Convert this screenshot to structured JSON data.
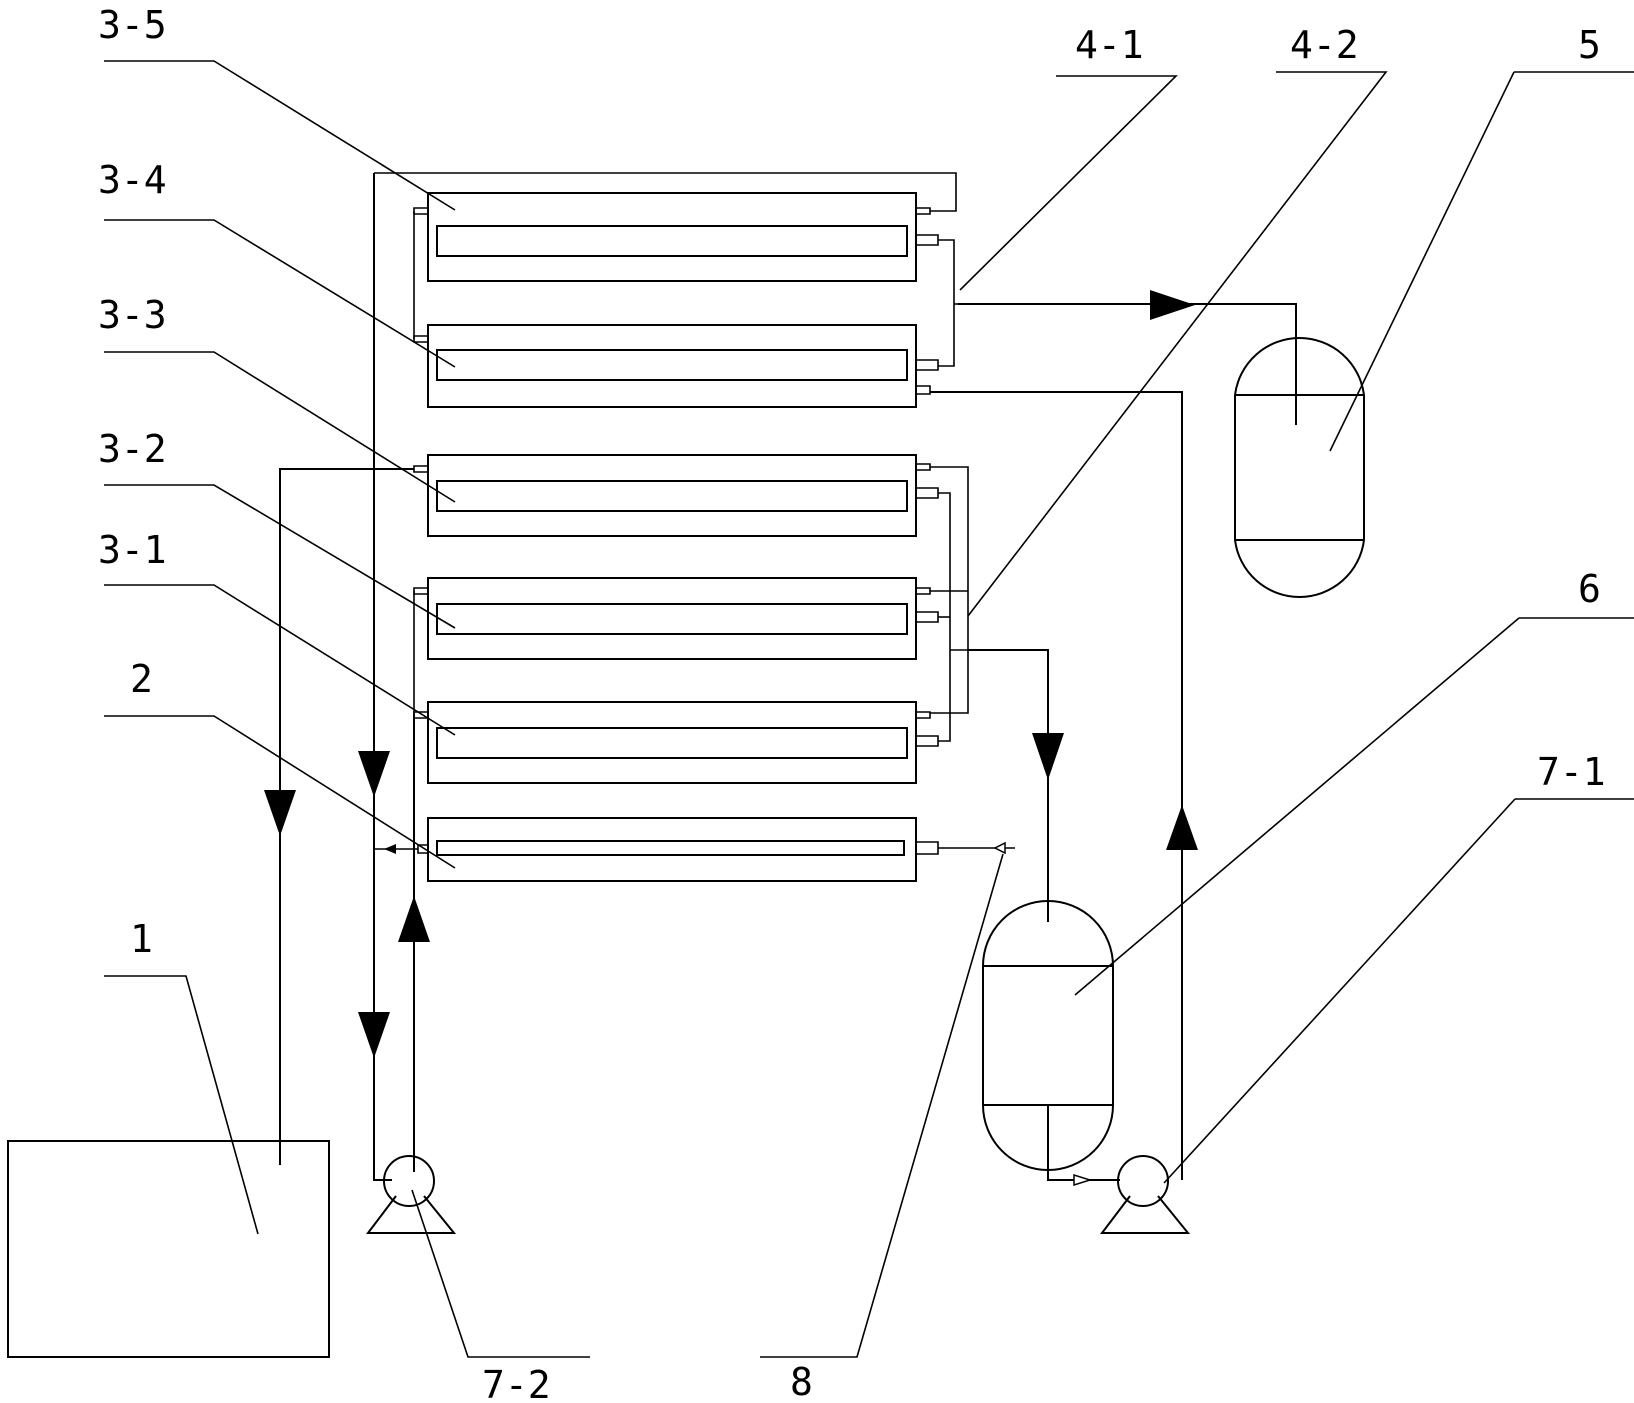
{
  "labels": {
    "tank_1": "1",
    "membrane_2": "2",
    "module_3_1": "3-1",
    "module_3_2": "3-2",
    "module_3_3": "3-3",
    "module_3_4": "3-4",
    "module_3_5": "3-5",
    "header_4_1": "4-1",
    "header_4_2": "4-2",
    "vessel_5": "5",
    "vessel_6": "6",
    "pump_7_1": "7-1",
    "pump_7_2": "7-2",
    "inlet_8": "8"
  }
}
